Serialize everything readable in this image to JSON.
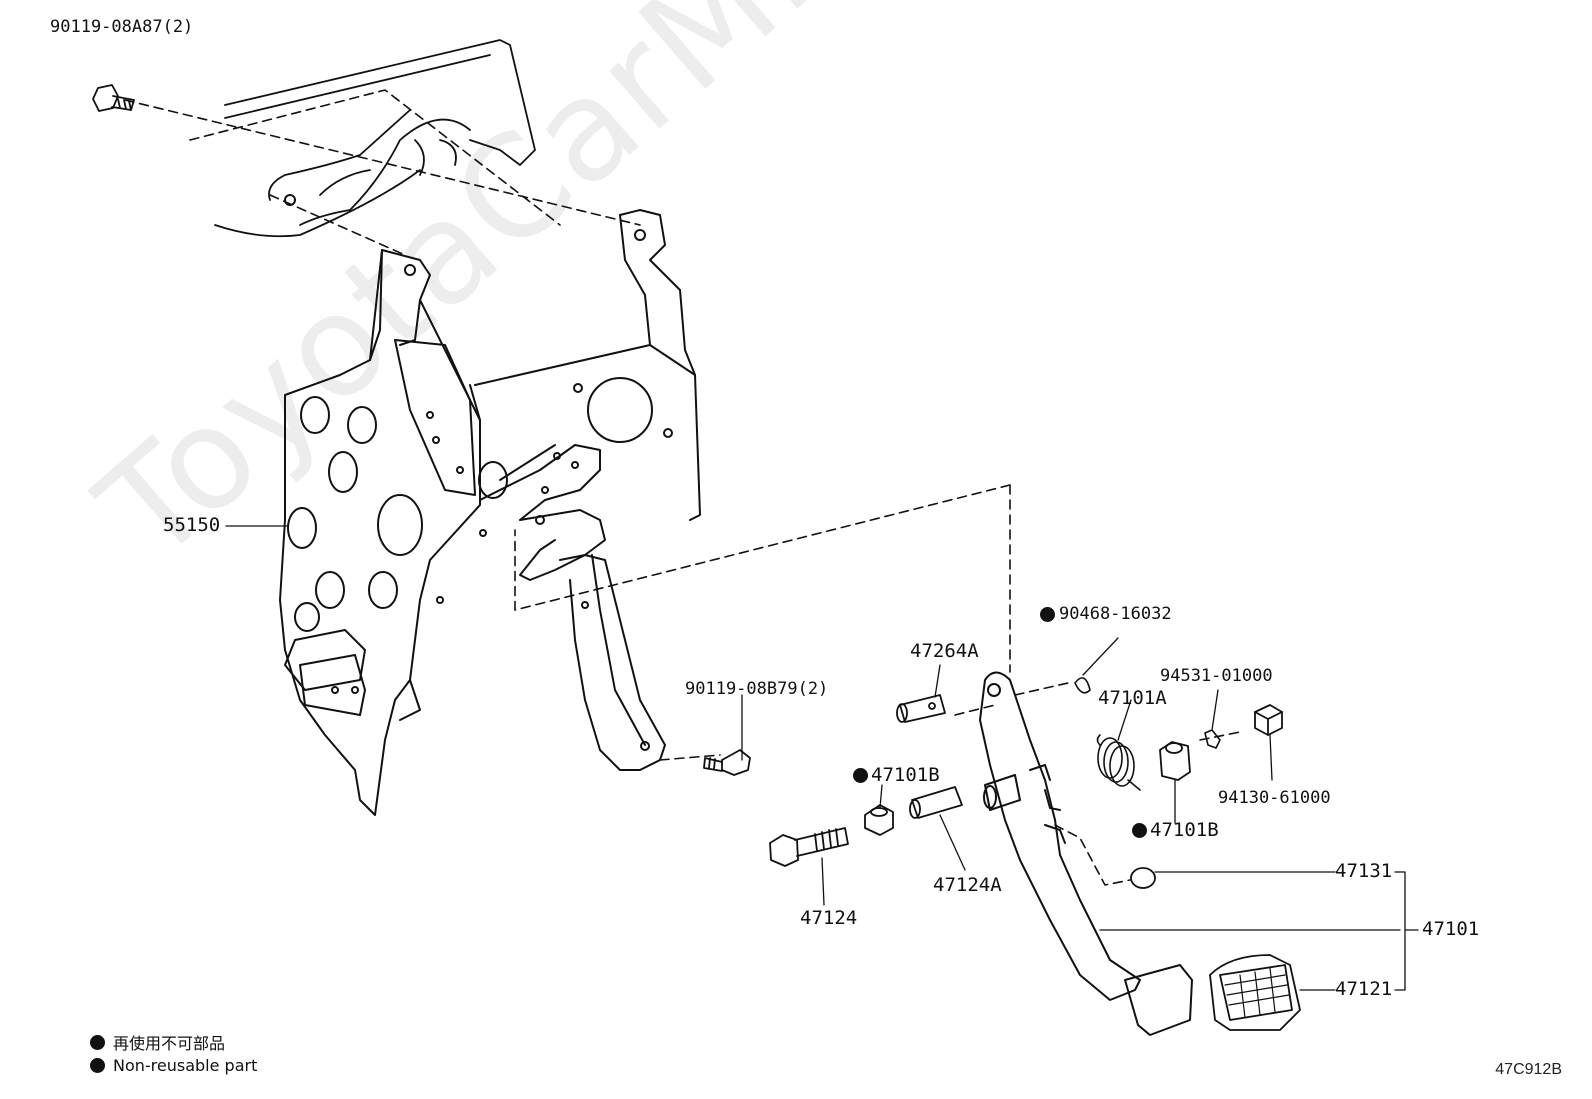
{
  "parts": {
    "p_90119_08A87": "90119-08A87(2)",
    "p_55150": "55150",
    "p_90119_08B79": "90119-08B79(2)",
    "p_47264A": "47264A",
    "p_90468_16032": "90468-16032",
    "p_47101A": "47101A",
    "p_94531_01000": "94531-01000",
    "p_94130_61000": "94130-61000",
    "p_47101B_left": "47101B",
    "p_47101B_right": "47101B",
    "p_47124": "47124",
    "p_47124A": "47124A",
    "p_47131": "47131",
    "p_47101": "47101",
    "p_47121": "47121"
  },
  "legend": {
    "jp": "再使用不可部品",
    "en": "Non-reusable part"
  },
  "diagram_code": "47C912B",
  "watermark": "ToyotaCarMine.ru"
}
